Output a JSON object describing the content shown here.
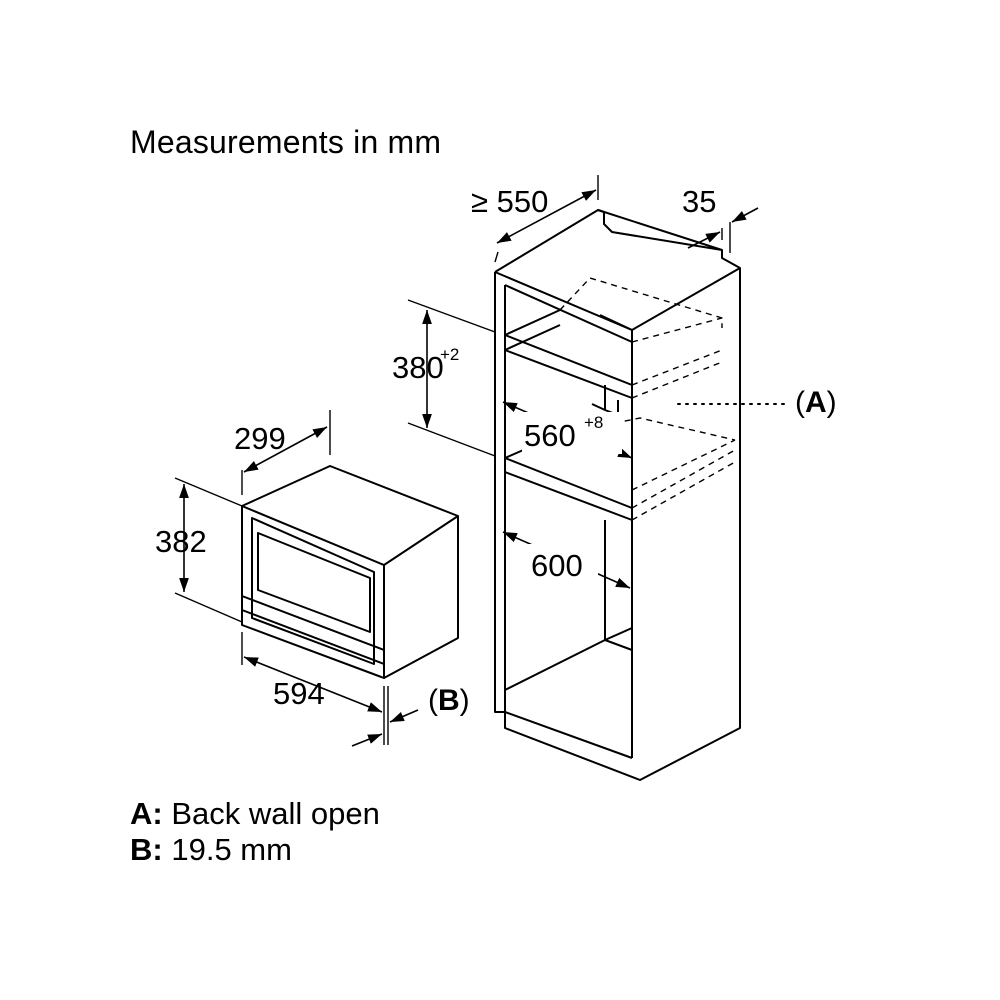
{
  "title": "Measurements in mm",
  "dimensions": {
    "niche_depth": "≥ 550",
    "side_offset": "35",
    "niche_height": "380",
    "niche_height_tolerance": "+2",
    "niche_width": "560",
    "niche_width_tolerance": "+8",
    "cabinet_width": "600",
    "appliance_depth": "299",
    "appliance_height": "382",
    "appliance_width": "594"
  },
  "callouts": {
    "a": "(A)",
    "a_letter": "A",
    "b": "(B)",
    "b_letter": "B"
  },
  "legend": [
    {
      "key": "A:",
      "text": "Back wall open"
    },
    {
      "key": "B:",
      "text": "19.5 mm"
    }
  ]
}
